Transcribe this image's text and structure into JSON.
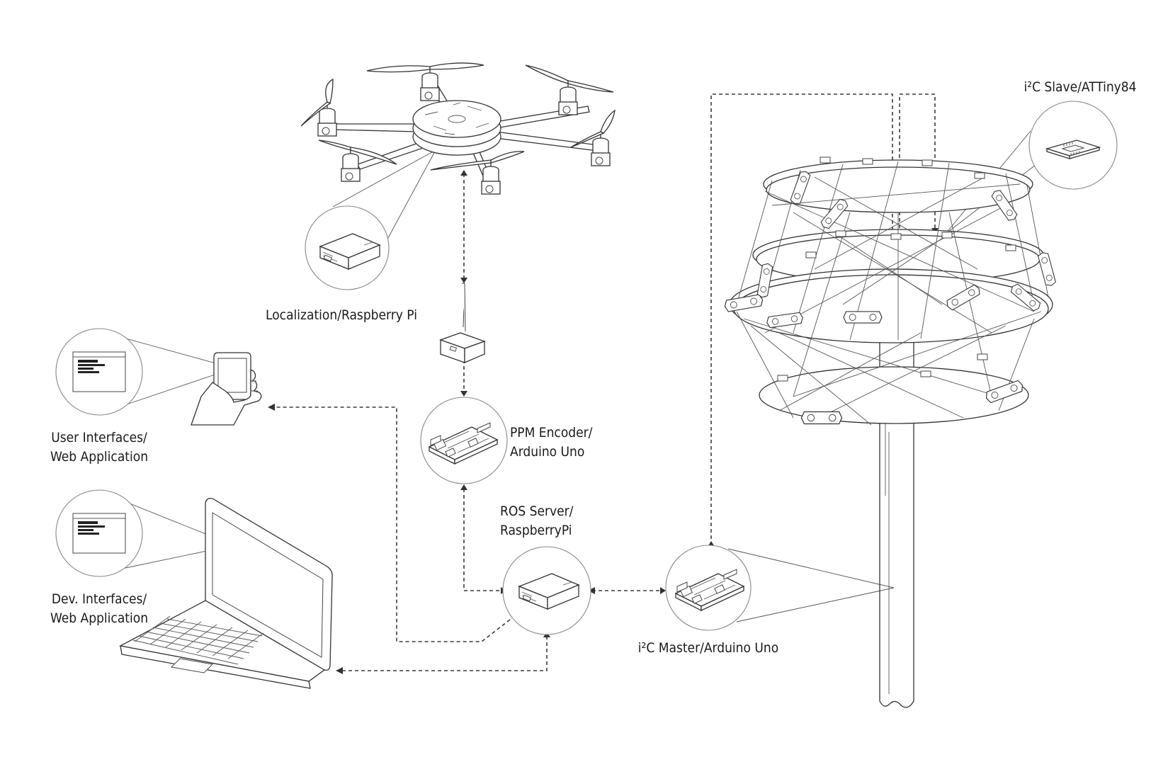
{
  "labels": {
    "localization": [
      "Localization/Raspberry Pi"
    ],
    "user_interfaces": [
      "User Interfaces/",
      "Web Application"
    ],
    "dev_interfaces": [
      "Dev. Interfaces/",
      "Web Application"
    ],
    "ppm_encoder": [
      "PPM Encoder/",
      "Arduino Uno"
    ],
    "ros_server": [
      "ROS Server/",
      "RaspberryPi"
    ],
    "i2c_master": [
      "i²C Master/Arduino Uno"
    ],
    "i2c_slave": [
      "i²C Slave/ATTiny84"
    ]
  },
  "colors": {
    "ink": "#333333",
    "connector": "#3a3a3a",
    "callout_stroke": "#888888",
    "background": "#ffffff"
  },
  "icons": [
    "hexacopter-drone-icon",
    "raspberry-pi-case-icon",
    "radio-transmitter-icon",
    "arduino-uno-board-icon",
    "smartphone-in-hand-icon",
    "laptop-icon",
    "web-app-window-icon",
    "attiny84-chip-icon",
    "deployable-truss-structure-icon",
    "support-pole-icon"
  ],
  "connections": [
    [
      "ros-server",
      "ppm-encoder"
    ],
    [
      "ppm-encoder",
      "radio-transmitter"
    ],
    [
      "radio-transmitter",
      "drone"
    ],
    [
      "ros-server",
      "user-interfaces"
    ],
    [
      "ros-server",
      "dev-interfaces"
    ],
    [
      "ros-server",
      "i2c-master"
    ],
    [
      "i2c-master",
      "i2c-slave"
    ]
  ]
}
